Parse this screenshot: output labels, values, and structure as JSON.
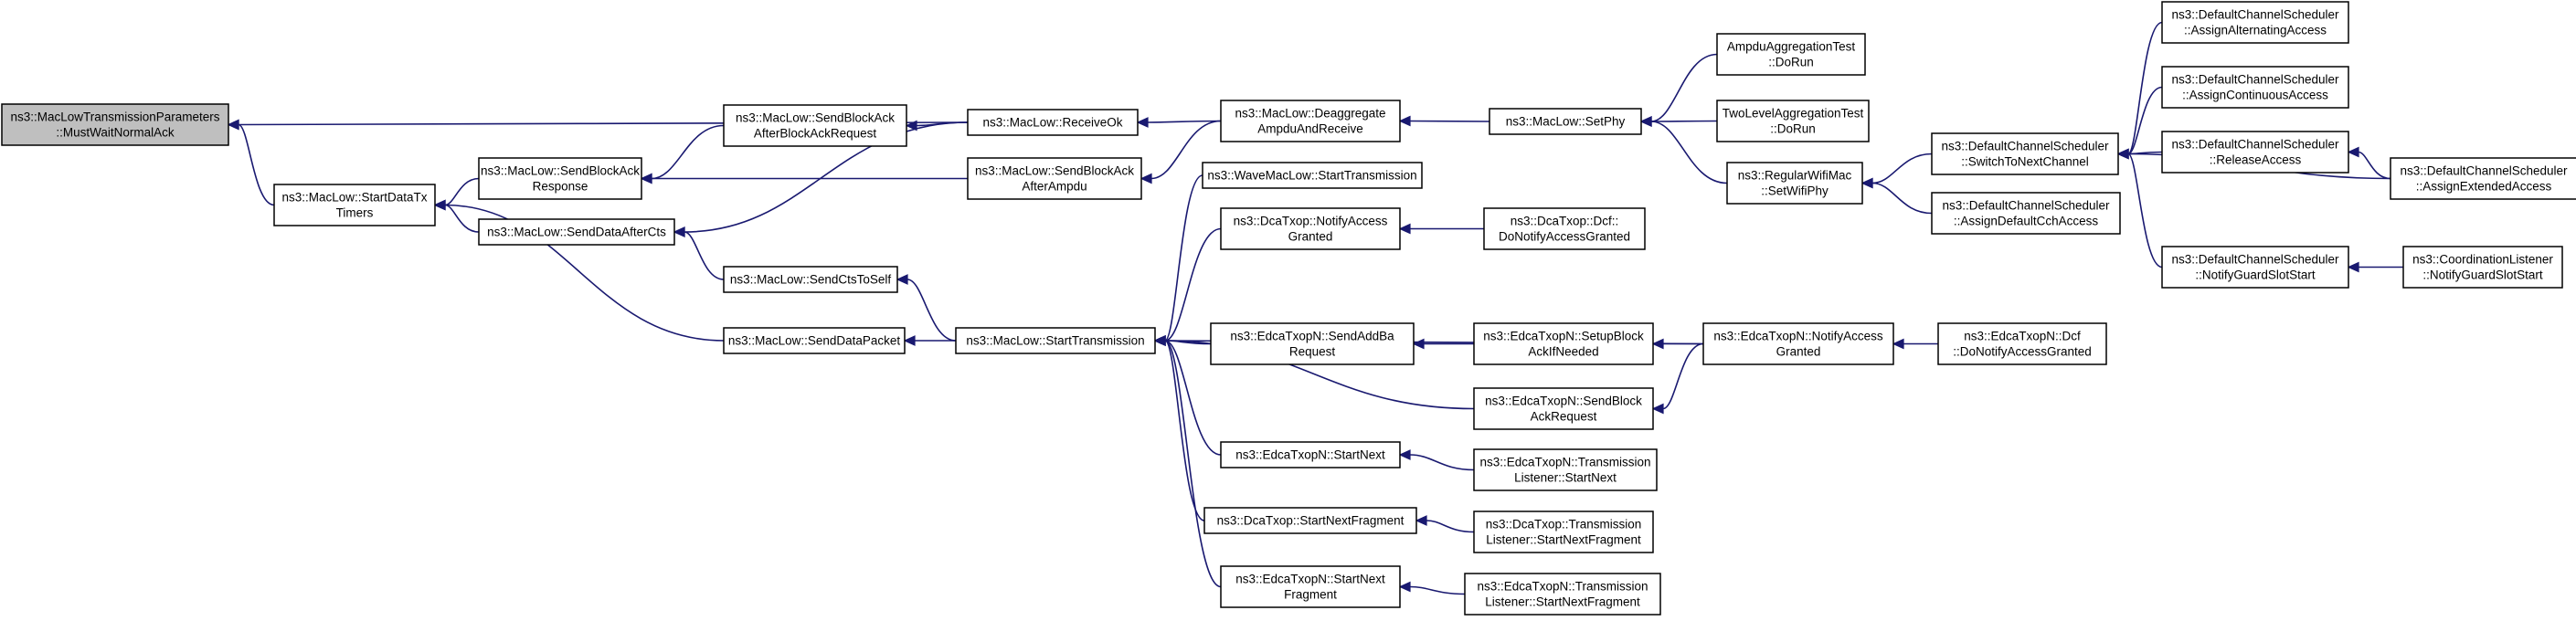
{
  "graph": {
    "kind": "doxygen-caller-graph",
    "colors": {
      "edge": "#191970",
      "node_border": "#000000",
      "node_fill": "#ffffff",
      "root_fill": "#bfbfbf",
      "background": "#ffffff"
    },
    "nodes": [
      {
        "id": "root",
        "lines": [
          "ns3::MacLowTransmissionParameters",
          "::MustWaitNormalAck"
        ],
        "highlight": true
      },
      {
        "id": "startDataTxTimers",
        "lines": [
          "ns3::MacLow::StartDataTx",
          "Timers"
        ]
      },
      {
        "id": "sendBlockAckResponse",
        "lines": [
          "ns3::MacLow::SendBlockAck",
          "Response"
        ]
      },
      {
        "id": "sendDataAfterCts",
        "lines": [
          "ns3::MacLow::SendDataAfterCts"
        ]
      },
      {
        "id": "sendCtsToSelf",
        "lines": [
          "ns3::MacLow::SendCtsToSelf"
        ]
      },
      {
        "id": "sendDataPacket",
        "lines": [
          "ns3::MacLow::SendDataPacket"
        ]
      },
      {
        "id": "sendBlockAckAfterBlockAckRequest",
        "lines": [
          "ns3::MacLow::SendBlockAck",
          "AfterBlockAckRequest"
        ]
      },
      {
        "id": "receiveOk",
        "lines": [
          "ns3::MacLow::ReceiveOk"
        ]
      },
      {
        "id": "sendBlockAckAfterAmpdu",
        "lines": [
          "ns3::MacLow::SendBlockAck",
          "AfterAmpdu"
        ]
      },
      {
        "id": "deaggregate",
        "lines": [
          "ns3::MacLow::Deaggregate",
          "AmpduAndReceive"
        ]
      },
      {
        "id": "setPhy",
        "lines": [
          "ns3::MacLow::SetPhy"
        ]
      },
      {
        "id": "ampduTest",
        "lines": [
          "AmpduAggregationTest",
          "::DoRun"
        ]
      },
      {
        "id": "twoLevelTest",
        "lines": [
          "TwoLevelAggregationTest",
          "::DoRun"
        ]
      },
      {
        "id": "regularWifiMac",
        "lines": [
          "ns3::RegularWifiMac",
          "::SetWifiPhy"
        ]
      },
      {
        "id": "switchToNextChannel",
        "lines": [
          "ns3::DefaultChannelScheduler",
          "::SwitchToNextChannel"
        ]
      },
      {
        "id": "assignDefaultCch",
        "lines": [
          "ns3::DefaultChannelScheduler",
          "::AssignDefaultCchAccess"
        ]
      },
      {
        "id": "assignAlternating",
        "lines": [
          "ns3::DefaultChannelScheduler",
          "::AssignAlternatingAccess"
        ]
      },
      {
        "id": "assignContinuous",
        "lines": [
          "ns3::DefaultChannelScheduler",
          "::AssignContinuousAccess"
        ]
      },
      {
        "id": "releaseAccess",
        "lines": [
          "ns3::DefaultChannelScheduler",
          "::ReleaseAccess"
        ]
      },
      {
        "id": "notifyGuardSlotStart",
        "lines": [
          "ns3::DefaultChannelScheduler",
          "::NotifyGuardSlotStart"
        ]
      },
      {
        "id": "assignExtended",
        "lines": [
          "ns3::DefaultChannelScheduler",
          "::AssignExtendedAccess"
        ]
      },
      {
        "id": "coordListener",
        "lines": [
          "ns3::CoordinationListener",
          "::NotifyGuardSlotStart"
        ]
      },
      {
        "id": "startTransmission",
        "lines": [
          "ns3::MacLow::StartTransmission"
        ]
      },
      {
        "id": "waveStartTx",
        "lines": [
          "ns3::WaveMacLow::StartTransmission"
        ]
      },
      {
        "id": "dcaNotifyAccessGranted",
        "lines": [
          "ns3::DcaTxop::NotifyAccess",
          "Granted"
        ]
      },
      {
        "id": "dcfDoNotify",
        "lines": [
          "ns3::DcaTxop::Dcf::",
          "DoNotifyAccessGranted"
        ]
      },
      {
        "id": "edcaSendAddBa",
        "lines": [
          "ns3::EdcaTxopN::SendAddBa",
          "Request"
        ]
      },
      {
        "id": "edcaSetupBlockAck",
        "lines": [
          "ns3::EdcaTxopN::SetupBlock",
          "AckIfNeeded"
        ]
      },
      {
        "id": "edcaNotifyAccess",
        "lines": [
          "ns3::EdcaTxopN::NotifyAccess",
          "Granted"
        ]
      },
      {
        "id": "edcaDcfDoNotify",
        "lines": [
          "ns3::EdcaTxopN::Dcf",
          "::DoNotifyAccessGranted"
        ]
      },
      {
        "id": "edcaSendBlockAckReq",
        "lines": [
          "ns3::EdcaTxopN::SendBlock",
          "AckRequest"
        ]
      },
      {
        "id": "edcaStartNext",
        "lines": [
          "ns3::EdcaTxopN::StartNext"
        ]
      },
      {
        "id": "edcaTxListenerStartNext",
        "lines": [
          "ns3::EdcaTxopN::Transmission",
          "Listener::StartNext"
        ]
      },
      {
        "id": "dcaStartNextFragment",
        "lines": [
          "ns3::DcaTxop::StartNextFragment"
        ]
      },
      {
        "id": "dcaTxListenerFragment",
        "lines": [
          "ns3::DcaTxop::Transmission",
          "Listener::StartNextFragment"
        ]
      },
      {
        "id": "edcaStartNextFragment",
        "lines": [
          "ns3::EdcaTxopN::StartNext",
          "Fragment"
        ]
      },
      {
        "id": "edcaTxListenerFragment",
        "lines": [
          "ns3::EdcaTxopN::Transmission",
          "Listener::StartNextFragment"
        ]
      }
    ],
    "edges": [
      {
        "from": "receiveOk",
        "to": "root"
      },
      {
        "from": "startDataTxTimers",
        "to": "root"
      },
      {
        "from": "sendBlockAckResponse",
        "to": "startDataTxTimers"
      },
      {
        "from": "sendDataAfterCts",
        "to": "startDataTxTimers"
      },
      {
        "from": "sendDataPacket",
        "to": "startDataTxTimers"
      },
      {
        "from": "sendBlockAckAfterBlockAckRequest",
        "to": "sendBlockAckResponse"
      },
      {
        "from": "sendBlockAckAfterAmpdu",
        "to": "sendBlockAckResponse"
      },
      {
        "from": "receiveOk",
        "to": "sendDataAfterCts"
      },
      {
        "from": "sendCtsToSelf",
        "to": "sendDataAfterCts"
      },
      {
        "from": "startTransmission",
        "to": "sendCtsToSelf"
      },
      {
        "from": "startTransmission",
        "to": "sendDataPacket"
      },
      {
        "from": "receiveOk",
        "to": "sendBlockAckAfterBlockAckRequest"
      },
      {
        "from": "deaggregate",
        "to": "receiveOk"
      },
      {
        "from": "deaggregate",
        "to": "sendBlockAckAfterAmpdu"
      },
      {
        "from": "setPhy",
        "to": "deaggregate"
      },
      {
        "from": "ampduTest",
        "to": "setPhy"
      },
      {
        "from": "twoLevelTest",
        "to": "setPhy"
      },
      {
        "from": "regularWifiMac",
        "to": "setPhy"
      },
      {
        "from": "switchToNextChannel",
        "to": "regularWifiMac"
      },
      {
        "from": "assignDefaultCch",
        "to": "regularWifiMac"
      },
      {
        "from": "assignAlternating",
        "to": "switchToNextChannel"
      },
      {
        "from": "assignContinuous",
        "to": "switchToNextChannel"
      },
      {
        "from": "releaseAccess",
        "to": "switchToNextChannel"
      },
      {
        "from": "assignExtended",
        "to": "switchToNextChannel"
      },
      {
        "from": "notifyGuardSlotStart",
        "to": "switchToNextChannel"
      },
      {
        "from": "assignExtended",
        "to": "releaseAccess"
      },
      {
        "from": "coordListener",
        "to": "notifyGuardSlotStart"
      },
      {
        "from": "waveStartTx",
        "to": "startTransmission"
      },
      {
        "from": "dcaNotifyAccessGranted",
        "to": "startTransmission"
      },
      {
        "from": "edcaSendAddBa",
        "to": "startTransmission"
      },
      {
        "from": "edcaNotifyAccess",
        "to": "startTransmission"
      },
      {
        "from": "edcaSendBlockAckReq",
        "to": "startTransmission"
      },
      {
        "from": "edcaStartNext",
        "to": "startTransmission"
      },
      {
        "from": "dcaStartNextFragment",
        "to": "startTransmission"
      },
      {
        "from": "edcaStartNextFragment",
        "to": "startTransmission"
      },
      {
        "from": "dcfDoNotify",
        "to": "dcaNotifyAccessGranted"
      },
      {
        "from": "edcaSetupBlockAck",
        "to": "edcaSendAddBa"
      },
      {
        "from": "edcaNotifyAccess",
        "to": "edcaSetupBlockAck"
      },
      {
        "from": "edcaNotifyAccess",
        "to": "edcaSendBlockAckReq"
      },
      {
        "from": "edcaDcfDoNotify",
        "to": "edcaNotifyAccess"
      },
      {
        "from": "edcaTxListenerStartNext",
        "to": "edcaStartNext"
      },
      {
        "from": "dcaTxListenerFragment",
        "to": "dcaStartNextFragment"
      },
      {
        "from": "edcaTxListenerFragment",
        "to": "edcaStartNextFragment"
      }
    ]
  }
}
